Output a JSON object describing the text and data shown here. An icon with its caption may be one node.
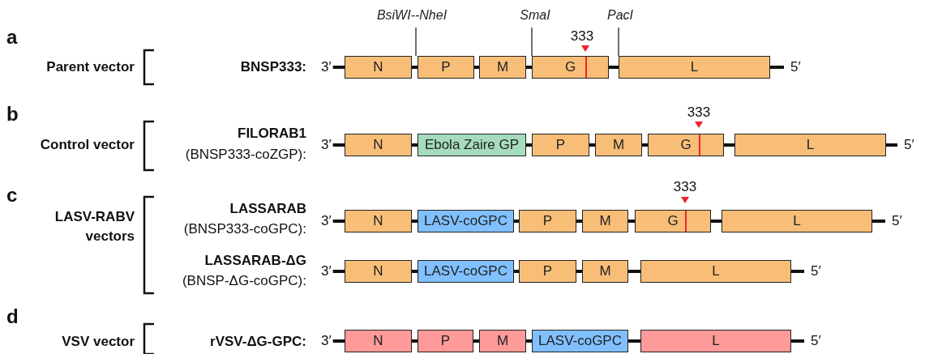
{
  "diagram": {
    "nodes": [
      {
        "text": [
          "BsiWI--NheI"
        ]
      },
      {
        "text": [
          "SmaI"
        ]
      },
      {
        "text": [
          "PacI"
        ]
      },
      {
        "text": [
          "3′"
        ]
      },
      {
        "text": [
          "N"
        ]
      },
      {
        "text": [
          "P"
        ]
      },
      {
        "text": [
          "M"
        ]
      },
      {
        "text": [
          "G"
        ]
      },
      {
        "text": [
          "L"
        ]
      },
      {
        "text": [
          "5′"
        ]
      },
      {
        "text": [
          "3′"
        ]
      },
      {
        "text": [
          "N"
        ]
      },
      {
        "text": [
          "Ebola Zaire GP"
        ]
      },
      {
        "text": [
          "P"
        ]
      },
      {
        "text": [
          "M"
        ]
      },
      {
        "text": [
          "G"
        ]
      },
      {
        "text": [
          "L"
        ]
      },
      {
        "text": [
          "5′"
        ]
      },
      {
        "text": [
          "3′"
        ]
      },
      {
        "text": [
          "N"
        ]
      },
      {
        "text": [
          "LASV-coGPC"
        ]
      },
      {
        "text": [
          "P"
        ]
      },
      {
        "text": [
          "M"
        ]
      },
      {
        "text": [
          "G"
        ]
      },
      {
        "text": [
          "L"
        ]
      },
      {
        "text": [
          "5′"
        ]
      },
      {
        "text": [
          "3′"
        ]
      },
      {
        "text": [
          "N"
        ]
      },
      {
        "text": [
          "LASV-coGPC"
        ]
      },
      {
        "text": [
          "P"
        ]
      },
      {
        "text": [
          "M"
        ]
      },
      {
        "text": [
          "L"
        ]
      },
      {
        "text": [
          "5′"
        ]
      },
      {
        "text": [
          "3′"
        ]
      },
      {
        "text": [
          "N"
        ]
      },
      {
        "text": [
          "P"
        ]
      },
      {
        "text": [
          "M"
        ]
      },
      {
        "text": [
          "LASV-coGPC"
        ]
      },
      {
        "text": [
          "L"
        ]
      },
      {
        "text": [
          "5′"
        ]
      }
    ],
    "edges": [
      {
        "from": 0,
        "to": 5,
        "arrow": "none"
      },
      {
        "from": 1,
        "to": 7,
        "arrow": "none"
      },
      {
        "from": 2,
        "to": 8,
        "arrow": "none"
      },
      {
        "from": 3,
        "to": 4,
        "arrow": "none"
      },
      {
        "from": 4,
        "to": 5,
        "arrow": "none"
      },
      {
        "from": 5,
        "to": 6,
        "arrow": "none"
      },
      {
        "from": 6,
        "to": 7,
        "arrow": "none"
      },
      {
        "from": 7,
        "to": 8,
        "arrow": "none"
      },
      {
        "from": 8,
        "to": 9,
        "arrow": "none"
      },
      {
        "from": 10,
        "to": 11,
        "arrow": "none"
      },
      {
        "from": 11,
        "to": 12,
        "arrow": "none"
      },
      {
        "from": 12,
        "to": 13,
        "arrow": "none"
      },
      {
        "from": 13,
        "to": 14,
        "arrow": "none"
      },
      {
        "from": 14,
        "to": 15,
        "arrow": "none"
      },
      {
        "from": 15,
        "to": 16,
        "arrow": "none"
      },
      {
        "from": 16,
        "to": 17,
        "arrow": "none"
      },
      {
        "from": 18,
        "to": 19,
        "arrow": "none"
      },
      {
        "from": 19,
        "to": 20,
        "arrow": "none"
      },
      {
        "from": 20,
        "to": 21,
        "arrow": "none"
      },
      {
        "from": 21,
        "to": 22,
        "arrow": "none"
      },
      {
        "from": 22,
        "to": 23,
        "arrow": "none"
      },
      {
        "from": 23,
        "to": 24,
        "arrow": "none"
      },
      {
        "from": 24,
        "to": 25,
        "arrow": "none"
      },
      {
        "from": 26,
        "to": 27,
        "arrow": "none"
      },
      {
        "from": 27,
        "to": 28,
        "arrow": "none"
      },
      {
        "from": 28,
        "to": 29,
        "arrow": "none"
      },
      {
        "from": 29,
        "to": 30,
        "arrow": "none"
      },
      {
        "from": 30,
        "to": 31,
        "arrow": "none"
      },
      {
        "from": 31,
        "to": 32,
        "arrow": "none"
      },
      {
        "from": 33,
        "to": 34,
        "arrow": "none"
      },
      {
        "from": 34,
        "to": 35,
        "arrow": "none"
      },
      {
        "from": 35,
        "to": 36,
        "arrow": "none"
      },
      {
        "from": 36,
        "to": 37,
        "arrow": "none"
      },
      {
        "from": 37,
        "to": 38,
        "arrow": "none"
      },
      {
        "from": 38,
        "to": 39,
        "arrow": "none"
      }
    ],
    "labels": [
      "a",
      "333",
      "Parent vector",
      "BNSP333:",
      "b",
      "333",
      "Control vector",
      "FILORAB1",
      "(BNSP333-coZGP):",
      "c",
      "333",
      "LASV-RABV vectors",
      "LASSARAB",
      "(BNSP333-coGPC):",
      "LASSARAB-ΔG",
      "(BNSP-ΔG-coGPC):",
      "d",
      "VSV vector",
      "rVSV-ΔG-GPC:"
    ]
  }
}
